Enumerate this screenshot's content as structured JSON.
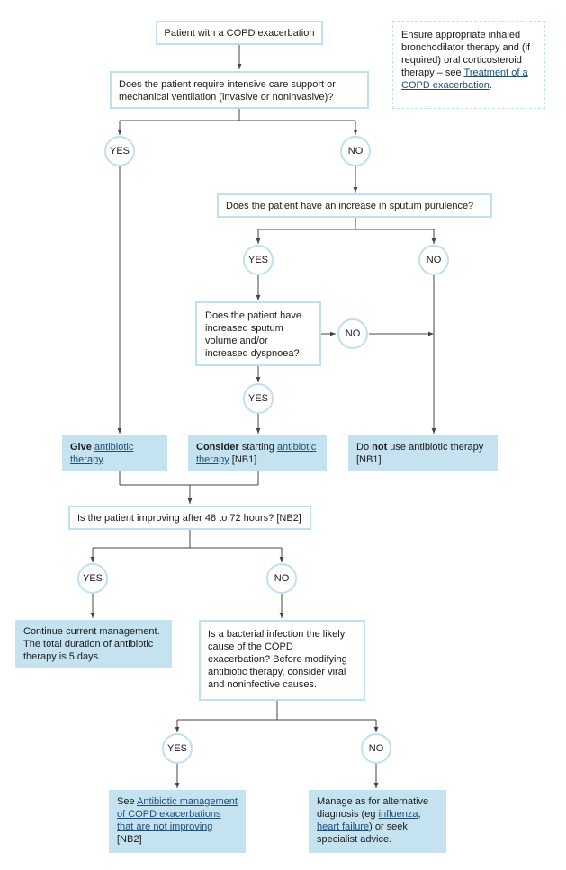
{
  "side_note": {
    "text": "Ensure appropriate inhaled bronchodilator therapy and (if required) oral corticosteroid therapy – see ",
    "link": "Treatment of a COPD exacerbation",
    "end": "."
  },
  "start": "Patient with a COPD exacerbation",
  "q_intensive_care": "Does the patient require intensive care support or mechanical ventilation (invasive or noninvasive)?",
  "q_sputum_purulence": "Does the patient have an increase in sputum purulence?",
  "q_sputum_volume": "Does the patient have increased sputum volume and/or increased dyspnoea?",
  "q_improving": "Is the patient improving after 48 to 72 hours? [NB2]",
  "q_bacterial": "Is a bacterial infection the likely cause of the COPD exacerbation? Before modifying antibiotic therapy, consider viral and noninfective causes.",
  "yes": "YES",
  "no": "NO",
  "give_antibiotic": {
    "bold": "Give",
    "link": "antibiotic therapy",
    "end": "."
  },
  "consider_antibiotic": {
    "bold": "Consider",
    "text": " starting ",
    "link": "antibiotic therapy",
    "end": " [NB1]."
  },
  "no_antibiotic": {
    "pre": "Do ",
    "bold": "not",
    "text": " use antibiotic therapy [NB1]."
  },
  "continue_management": "Continue current management. The total duration of antibiotic therapy is 5 days.",
  "see_not_improving": {
    "pre": "See ",
    "link": "Antibiotic management of COPD exacerbations that are not improving",
    "end": " [NB2]"
  },
  "alternative_diagnosis": {
    "pre": "Manage as for alternative diagnosis (eg ",
    "link1": "influenza",
    "sep": ", ",
    "link2": "heart failure",
    "end": ") or seek specialist advice."
  },
  "colors": {
    "box_border": "#bfe0ee",
    "box_fill": "#c4e2f0",
    "connector": "#444444",
    "link": "#1f4e79"
  }
}
